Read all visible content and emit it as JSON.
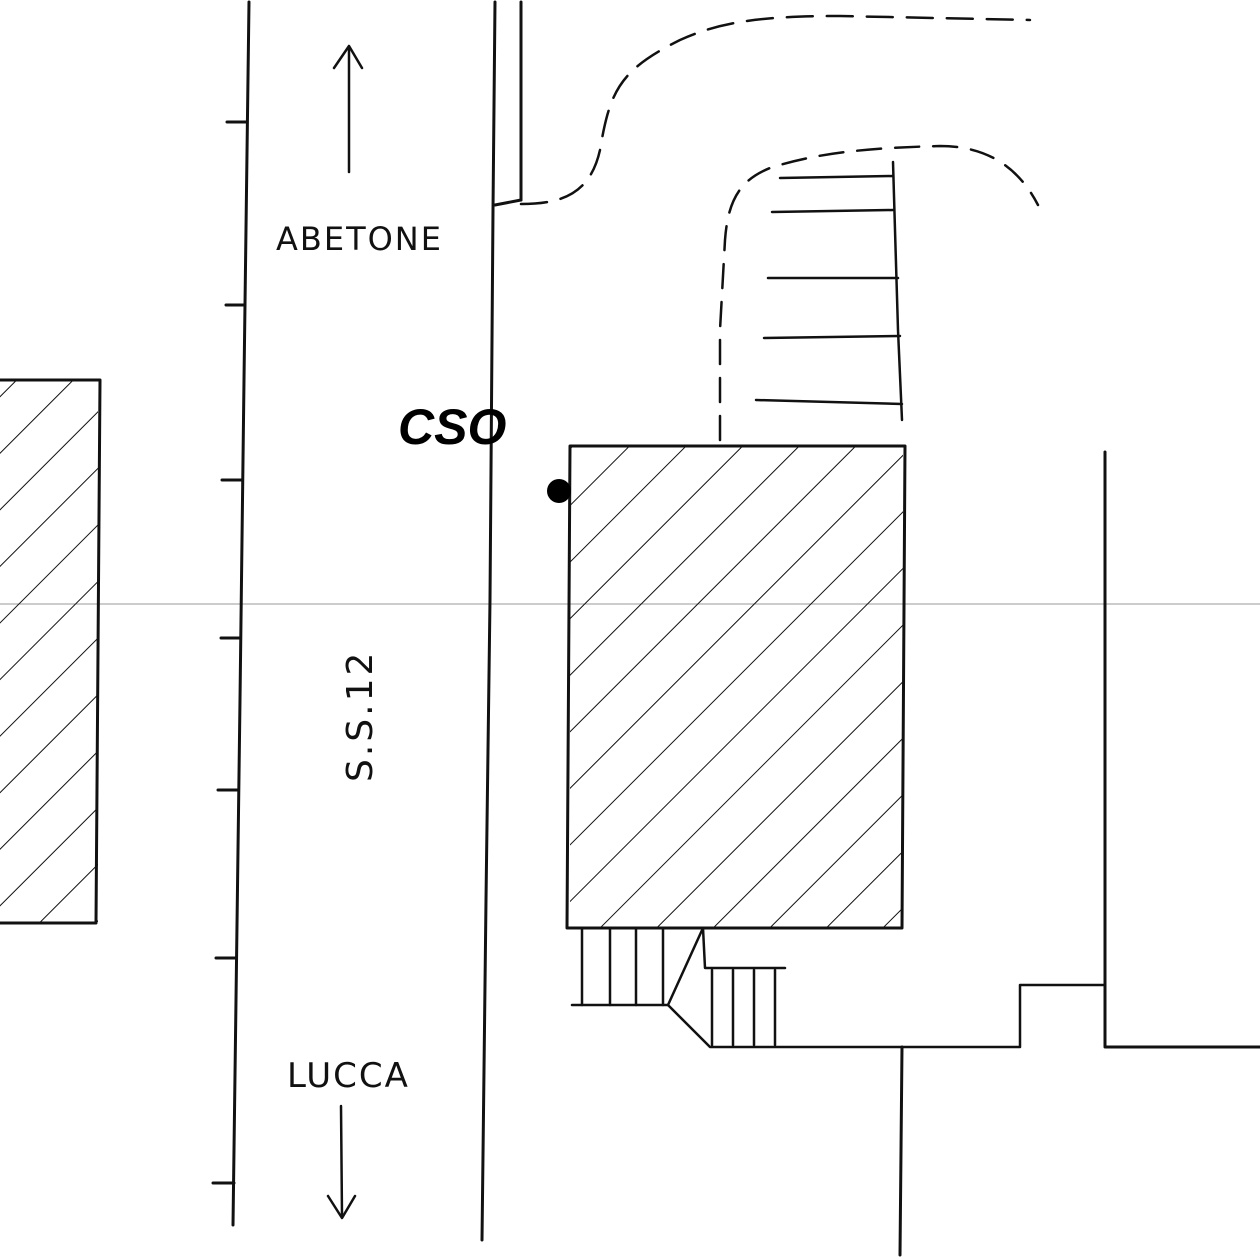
{
  "labels": {
    "north_destination": "ABETONE",
    "south_destination": "LUCCA",
    "road_name": "S.S.12",
    "point_label": "CSO"
  },
  "colors": {
    "ink": "#111111",
    "marker": "#000000",
    "scan_line": "#999999",
    "background": "#ffffff"
  },
  "icons": {
    "north_arrow": "arrow-up-icon",
    "south_arrow": "arrow-down-icon",
    "point_marker": "filled-circle-icon"
  }
}
